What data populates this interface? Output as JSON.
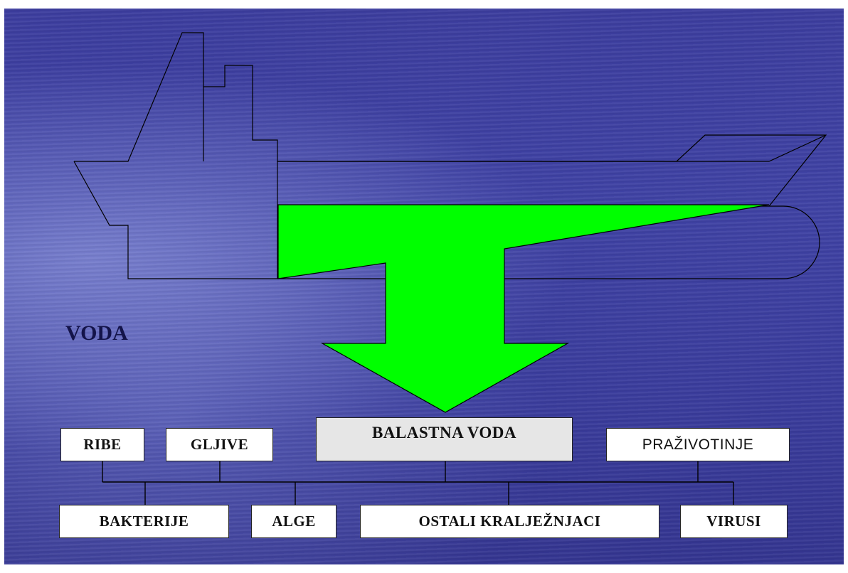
{
  "diagram": {
    "water_label": "VODA",
    "center_box": "BALASTNA VODA",
    "top_row": [
      "RIBE",
      "GLJIVE",
      "PRAŽIVOTINJE"
    ],
    "bottom_row": [
      "BAKTERIJE",
      "ALGE",
      "OSTALI KRALJEŽNJACI",
      "VIRUSI"
    ]
  },
  "colors": {
    "background": "#3c3d9e",
    "arrow_fill": "#00ff00",
    "box_fill": "#ffffff",
    "center_box_fill": "#e6e6e6"
  }
}
